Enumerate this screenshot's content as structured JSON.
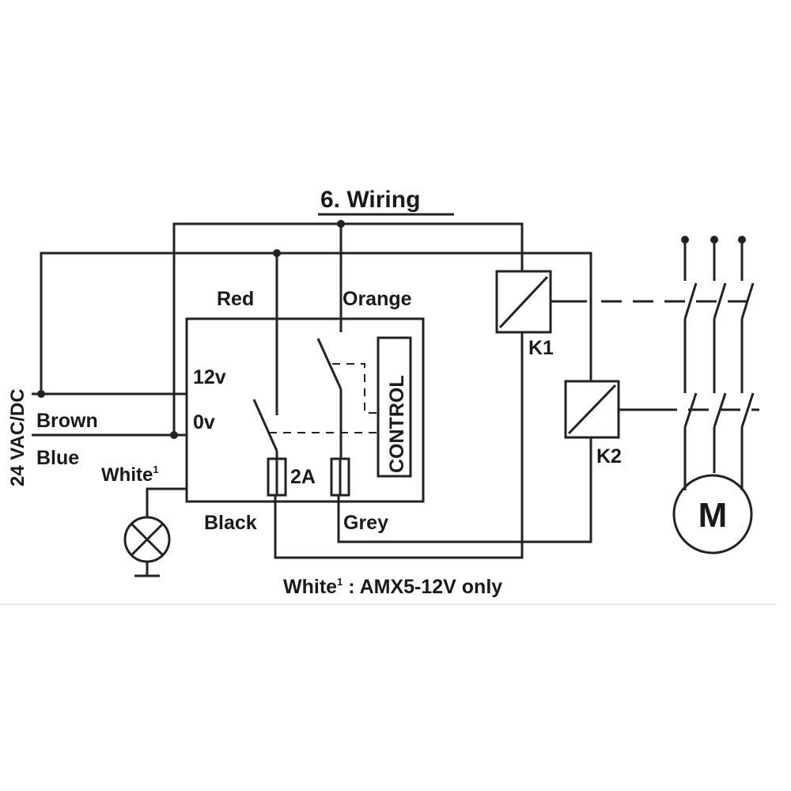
{
  "title": "6. Wiring",
  "supply": {
    "voltage": "24 VAC/DC",
    "brown": "Brown",
    "blue": "Blue"
  },
  "module": {
    "terminal_12v": "12v",
    "terminal_0v": "0v",
    "control": "CONTROL",
    "fuse": "2A"
  },
  "wires": {
    "red": "Red",
    "orange": "Orange",
    "black": "Black",
    "grey": "Grey",
    "white": "White",
    "white_sup": "1"
  },
  "relays": {
    "k1": "K1",
    "k2": "K2"
  },
  "motor": {
    "label": "M"
  },
  "footnote": {
    "white": "White",
    "sup": "1",
    "text": " : AMX5-12V only"
  },
  "colors": {
    "line": "#222222",
    "text": "#1a1a1a",
    "divider": "#dddddd"
  }
}
